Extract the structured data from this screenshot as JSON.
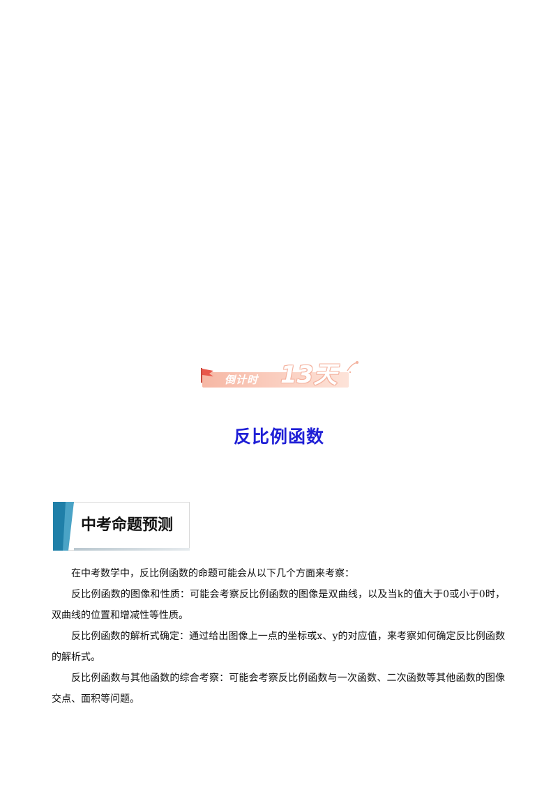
{
  "banner": {
    "label": "倒计时",
    "count": "13天",
    "colors": {
      "ribbon": "#f6b7a4",
      "flag": "#e8574a"
    }
  },
  "title": "反比例函数",
  "section": {
    "heading": "中考命题预测",
    "accent_color": "#1f7fa8"
  },
  "paragraphs": [
    "在中考数学中，反比例函数的命题可能会从以下几个方面来考察：",
    "反比例函数的图像和性质：可能会考察反比例函数的图像是双曲线，以及当k的值大于0或小于0时，双曲线的位置和增减性等性质。",
    "反比例函数的解析式确定：通过给出图像上一点的坐标或x、y的对应值，来考察如何确定反比例函数的解析式。",
    "反比例函数与其他函数的综合考察：可能会考察反比例函数与一次函数、二次函数等其他函数的图像交点、面积等问题。"
  ]
}
